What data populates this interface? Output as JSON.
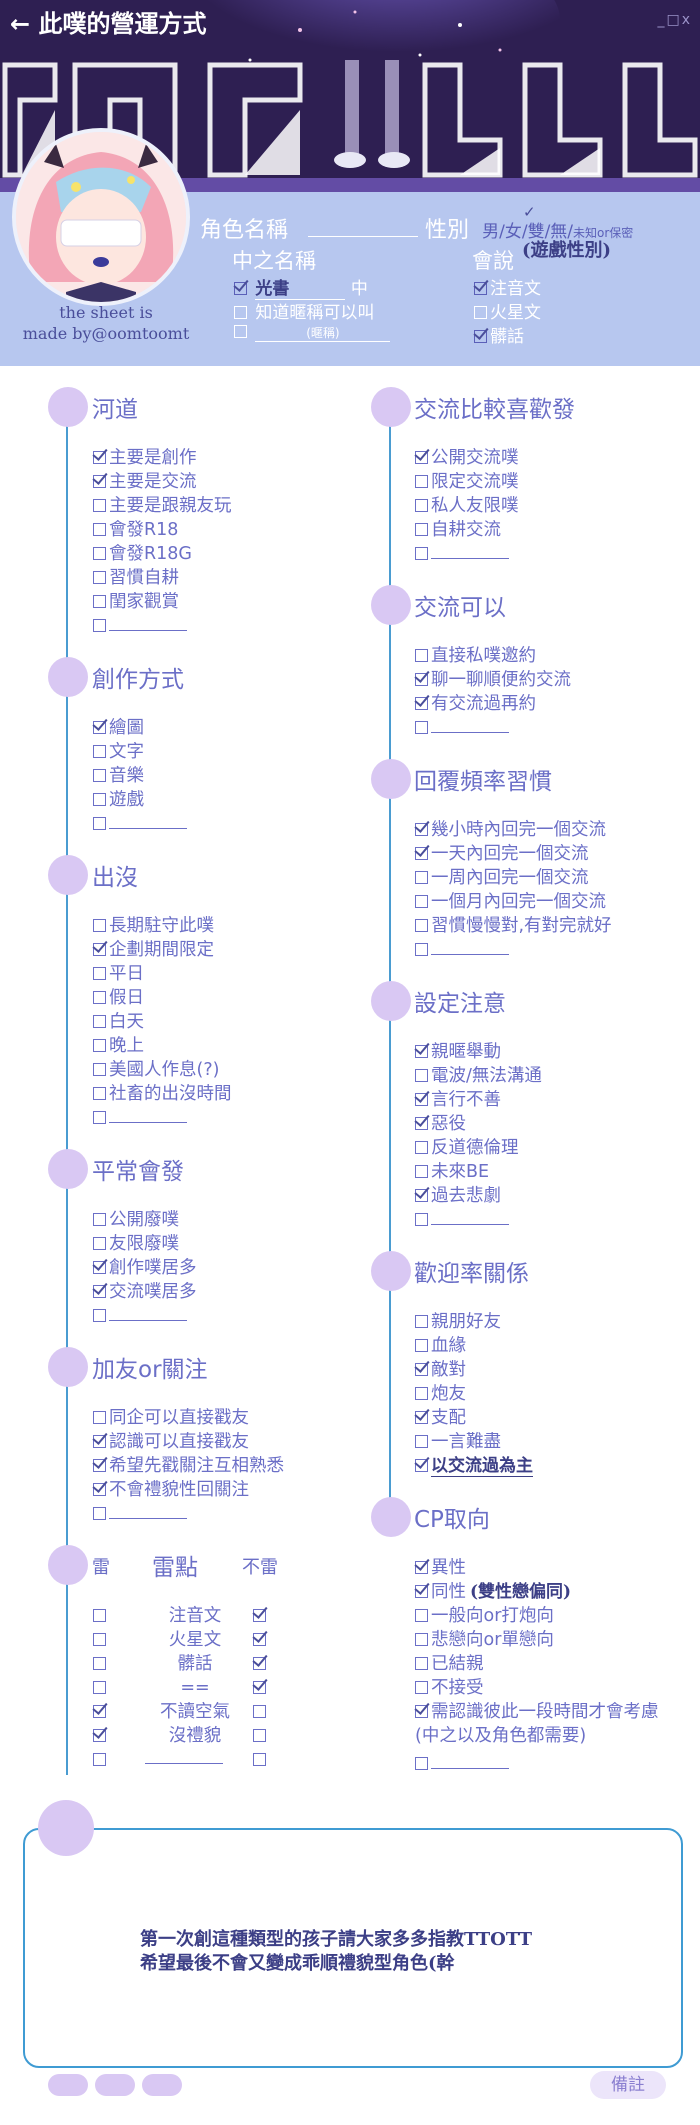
{
  "header": {
    "back_icon": "arrow-left-icon",
    "title": "此噗的營運方式",
    "window_controls": "_□x"
  },
  "profile": {
    "credit_line1": "the sheet is",
    "credit_line2": "made by@oomtoomt",
    "char_name_label": "角色名稱",
    "gender_label": "性別",
    "gender_options": "男/女/雙/無/",
    "gender_unknown": "未知or保密",
    "gender_note": "(遊戲性別)",
    "chuu_label": "中之名稱",
    "chuu_name": "光書",
    "chuu_suffix": "中",
    "chuu_opt2": "知道暱稱可以叫",
    "chuu_opt3_hint": "(暱稱)",
    "lang_label": "會說",
    "lang_opts": [
      {
        "label": "注音文",
        "checked": true
      },
      {
        "label": "火星文",
        "checked": false
      },
      {
        "label": "髒話",
        "checked": true
      }
    ]
  },
  "sections": {
    "hedao": {
      "title": "河道",
      "items": [
        {
          "label": "主要是創作",
          "checked": true
        },
        {
          "label": "主要是交流",
          "checked": true
        },
        {
          "label": "主要是跟親友玩",
          "checked": false
        },
        {
          "label": "會發R18",
          "checked": false
        },
        {
          "label": "會發R18G",
          "checked": false
        },
        {
          "label": "習慣自耕",
          "checked": false
        },
        {
          "label": "閨家觀賞",
          "checked": false
        }
      ]
    },
    "chuangzuo": {
      "title": "創作方式",
      "items": [
        {
          "label": "繪圖",
          "checked": true
        },
        {
          "label": "文字",
          "checked": false
        },
        {
          "label": "音樂",
          "checked": false
        },
        {
          "label": "遊戲",
          "checked": false
        }
      ]
    },
    "chumo": {
      "title": "出沒",
      "items": [
        {
          "label": "長期駐守此噗",
          "checked": false
        },
        {
          "label": "企劃期間限定",
          "checked": true
        },
        {
          "label": "平日",
          "checked": false
        },
        {
          "label": "假日",
          "checked": false
        },
        {
          "label": "白天",
          "checked": false
        },
        {
          "label": "晚上",
          "checked": false
        },
        {
          "label": "美國人作息(?)",
          "checked": false
        },
        {
          "label": "社畜的出沒時間",
          "checked": false
        }
      ]
    },
    "pingchang": {
      "title": "平常會發",
      "items": [
        {
          "label": "公開廢噗",
          "checked": false
        },
        {
          "label": "友限廢噗",
          "checked": false
        },
        {
          "label": "創作噗居多",
          "checked": true
        },
        {
          "label": "交流噗居多",
          "checked": true
        }
      ]
    },
    "jiayou": {
      "title": "加友or關注",
      "items": [
        {
          "label": "同企可以直接戳友",
          "checked": false
        },
        {
          "label": "認識可以直接戳友",
          "checked": true
        },
        {
          "label": "希望先戳關注互相熟悉",
          "checked": true
        },
        {
          "label": "不會禮貌性回關注",
          "checked": true
        }
      ]
    },
    "leidian": {
      "title": "雷點",
      "col_lei": "雷",
      "col_bulei": "不雷",
      "rows": [
        {
          "label": "注音文",
          "lei": false,
          "bulei": true
        },
        {
          "label": "火星文",
          "lei": false,
          "bulei": true
        },
        {
          "label": "髒話",
          "lei": false,
          "bulei": true
        },
        {
          "label": "==",
          "lei": false,
          "bulei": true
        },
        {
          "label": "不讀空氣",
          "lei": true,
          "bulei": false
        },
        {
          "label": "沒禮貌",
          "lei": true,
          "bulei": false
        }
      ]
    },
    "jiaoliu_fa": {
      "title": "交流比較喜歡發",
      "items": [
        {
          "label": "公開交流噗",
          "checked": true
        },
        {
          "label": "限定交流噗",
          "checked": false
        },
        {
          "label": "私人友限噗",
          "checked": false
        },
        {
          "label": "自耕交流",
          "checked": false
        }
      ]
    },
    "jiaoliu_keyi": {
      "title": "交流可以",
      "items": [
        {
          "label": "直接私噗邀約",
          "checked": false
        },
        {
          "label": "聊一聊順便約交流",
          "checked": true
        },
        {
          "label": "有交流過再約",
          "checked": true
        }
      ]
    },
    "huifu": {
      "title": "回覆頻率習慣",
      "items": [
        {
          "label": "幾小時內回完一個交流",
          "checked": true
        },
        {
          "label": "一天內回完一個交流",
          "checked": true
        },
        {
          "label": "一周內回完一個交流",
          "checked": false
        },
        {
          "label": "一個月內回完一個交流",
          "checked": false
        },
        {
          "label": "習慣慢慢對,有對完就好",
          "checked": false
        }
      ]
    },
    "sheding": {
      "title": "設定注意",
      "items": [
        {
          "label": "親暱舉動",
          "checked": true
        },
        {
          "label": "電波/無法溝通",
          "checked": false
        },
        {
          "label": "言行不善",
          "checked": true
        },
        {
          "label": "惡役",
          "checked": true
        },
        {
          "label": "反道德倫理",
          "checked": false
        },
        {
          "label": "未來BE",
          "checked": false
        },
        {
          "label": "過去悲劇",
          "checked": true
        }
      ]
    },
    "huanying": {
      "title": "歡迎率關係",
      "items": [
        {
          "label": "親朋好友",
          "checked": false
        },
        {
          "label": "血緣",
          "checked": false
        },
        {
          "label": "敵對",
          "checked": true
        },
        {
          "label": "炮友",
          "checked": false
        },
        {
          "label": "支配",
          "checked": true
        },
        {
          "label": "一言難盡",
          "checked": false
        },
        {
          "label": "以交流過為主",
          "checked": true
        }
      ]
    },
    "cp": {
      "title": "CP取向",
      "items": [
        {
          "label": "異性",
          "checked": true
        },
        {
          "label": "同性",
          "checked": true
        },
        {
          "label": "一般向or打炮向",
          "checked": false
        },
        {
          "label": "悲戀向or單戀向",
          "checked": false
        },
        {
          "label": "已結親",
          "checked": false
        },
        {
          "label": "不接受",
          "checked": false
        },
        {
          "label": "需認識彼此一段時間才會考慮",
          "checked": true
        }
      ],
      "note1": "(雙性戀偏同)",
      "note2": "(中之以及角色都需要)"
    }
  },
  "notes": {
    "line1": "第一次創這種類型的孩子請大家多多指教TTOTT",
    "line2": "希望最後不會又變成乖順禮貌型角色(幹",
    "remark_button": "備註"
  },
  "colors": {
    "accent": "#6b6fc7",
    "dot": "#d9c8f3",
    "banner": "#2e1f52",
    "infobar": "#b7c7ef",
    "line": "#4a9cd1"
  }
}
